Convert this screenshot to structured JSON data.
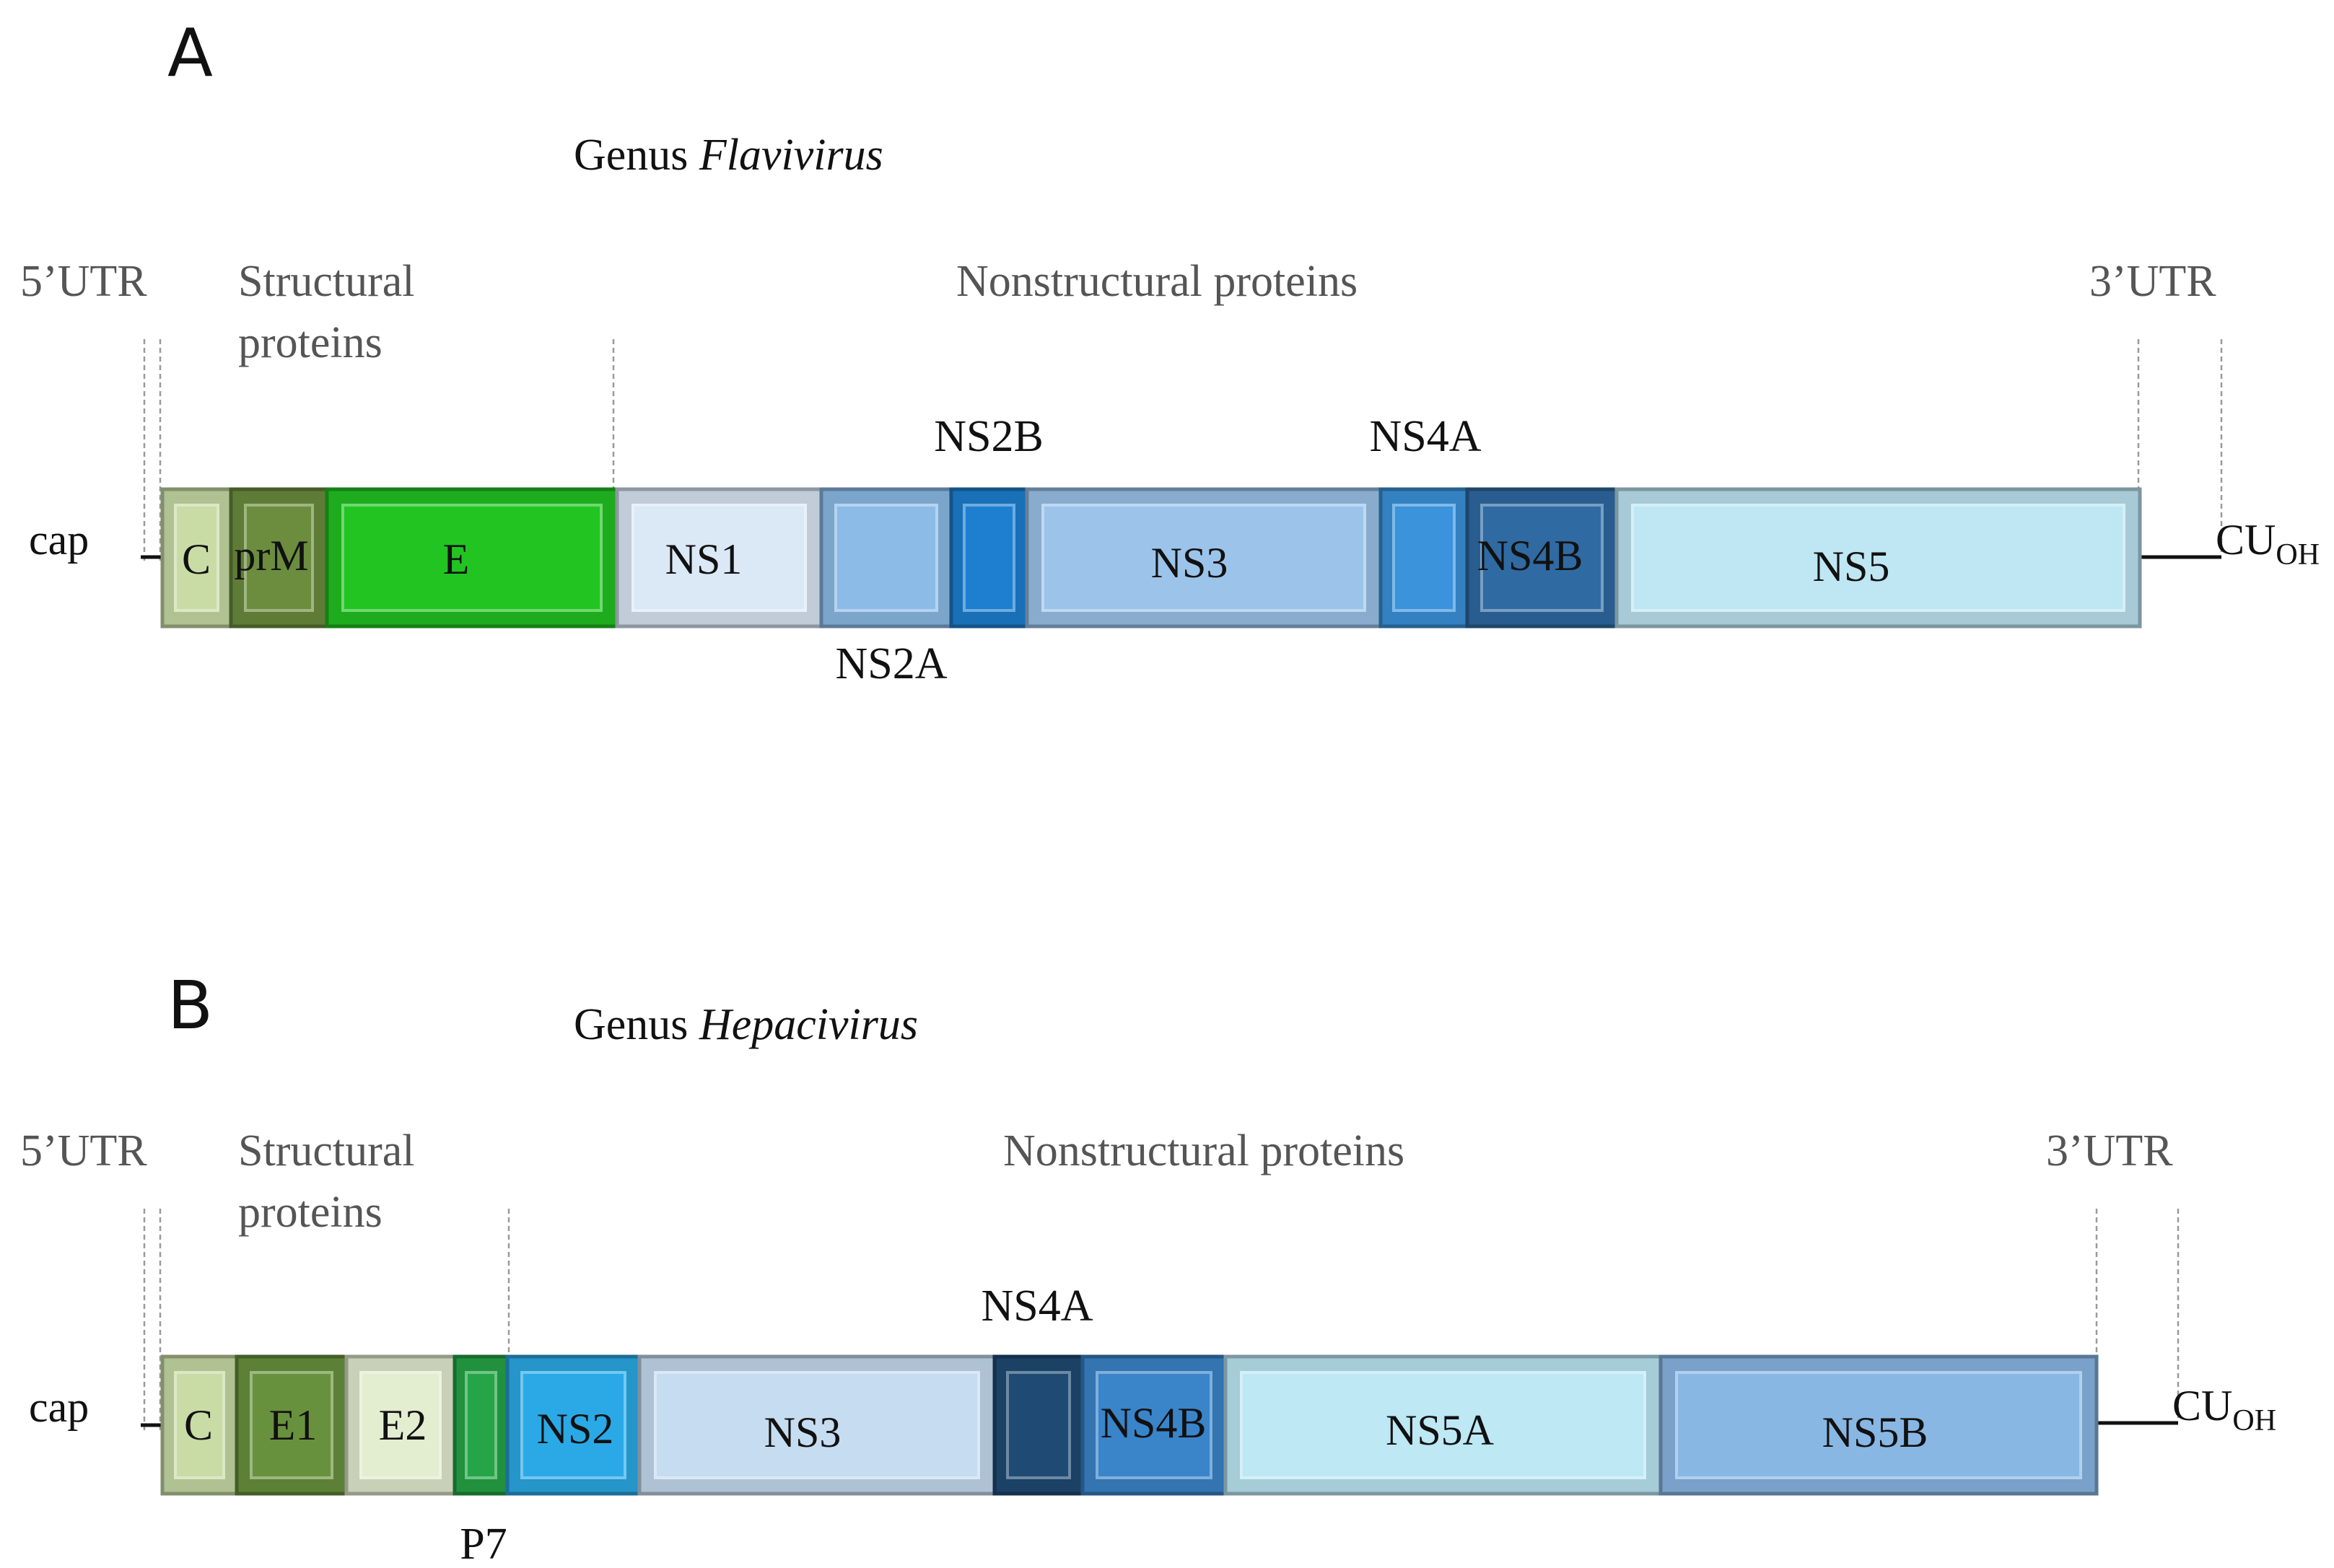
{
  "colors": {
    "C": "#c9dca6",
    "prM": "#6c8d3e",
    "E": "#22c422",
    "NS1": "#dbe8f6",
    "NS2A": "#8dbbe8",
    "NS2B": "#1e7fd0",
    "NS3": "#9cc4ea",
    "NS4A": "#3a93db",
    "NS4B": "#2f6aa3",
    "NS5": "#bfe6f3",
    "E1": "#68913d",
    "E2": "#e3edd0",
    "P7": "#25a547",
    "NS2_hcv": "#2aa9e6",
    "NS3_hcv": "#c6dcf1",
    "NS4A_hcv": "#1f4a73",
    "NS4B_hcv": "#3a84c9",
    "NS5A": "#bde8f4",
    "NS5B": "#89b7e4"
  },
  "panel_a": {
    "letter": "A",
    "genus_prefix": "Genus ",
    "genus_name": "Flavivirus",
    "utr5": "5’UTR",
    "utr3": "3’UTR",
    "structural_line1": "Structural",
    "structural_line2": "proteins",
    "nonstructural": "Nonstructural proteins",
    "cap": "cap",
    "cu": "CU",
    "cu_sub": "OH",
    "segments": {
      "c": "C",
      "prm": "prM",
      "e": "E",
      "ns1": "NS1",
      "ns2a": "",
      "ns2b": "",
      "ns3": "NS3",
      "ns4a": "",
      "ns4b": "NS4B",
      "ns5": "NS5"
    },
    "callouts": {
      "ns2b": "NS2B",
      "ns2a": "NS2A",
      "ns4a": "NS4A"
    }
  },
  "panel_b": {
    "letter": "B",
    "genus_prefix": "Genus ",
    "genus_name": "Hepacivirus",
    "utr5": "5’UTR",
    "utr3": "3’UTR",
    "structural_line1": "Structural",
    "structural_line2": "proteins",
    "nonstructural": "Nonstructural proteins",
    "cap": "cap",
    "cu": "CU",
    "cu_sub": "OH",
    "segments": {
      "c": "C",
      "e1": "E1",
      "e2": "E2",
      "p7": "",
      "ns2": "NS2",
      "ns3": "NS3",
      "ns4a": "",
      "ns4b": "NS4B",
      "ns5a": "NS5A",
      "ns5b": "NS5B"
    },
    "callouts": {
      "ns4a": "NS4A",
      "p7": "P7"
    }
  }
}
